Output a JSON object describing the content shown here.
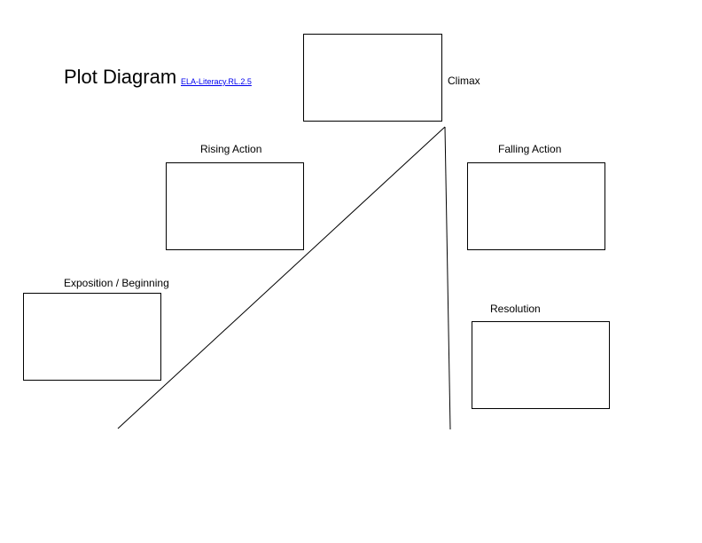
{
  "title": "Plot Diagram",
  "standard_link": "ELA-Literacy.RL.2.5",
  "labels": {
    "climax": "Climax",
    "rising_action": "Rising Action",
    "falling_action": "Falling Action",
    "exposition": "Exposition / Beginning",
    "resolution": "Resolution"
  },
  "colors": {
    "line": "#000000",
    "link": "#0000ee",
    "background": "#ffffff"
  }
}
